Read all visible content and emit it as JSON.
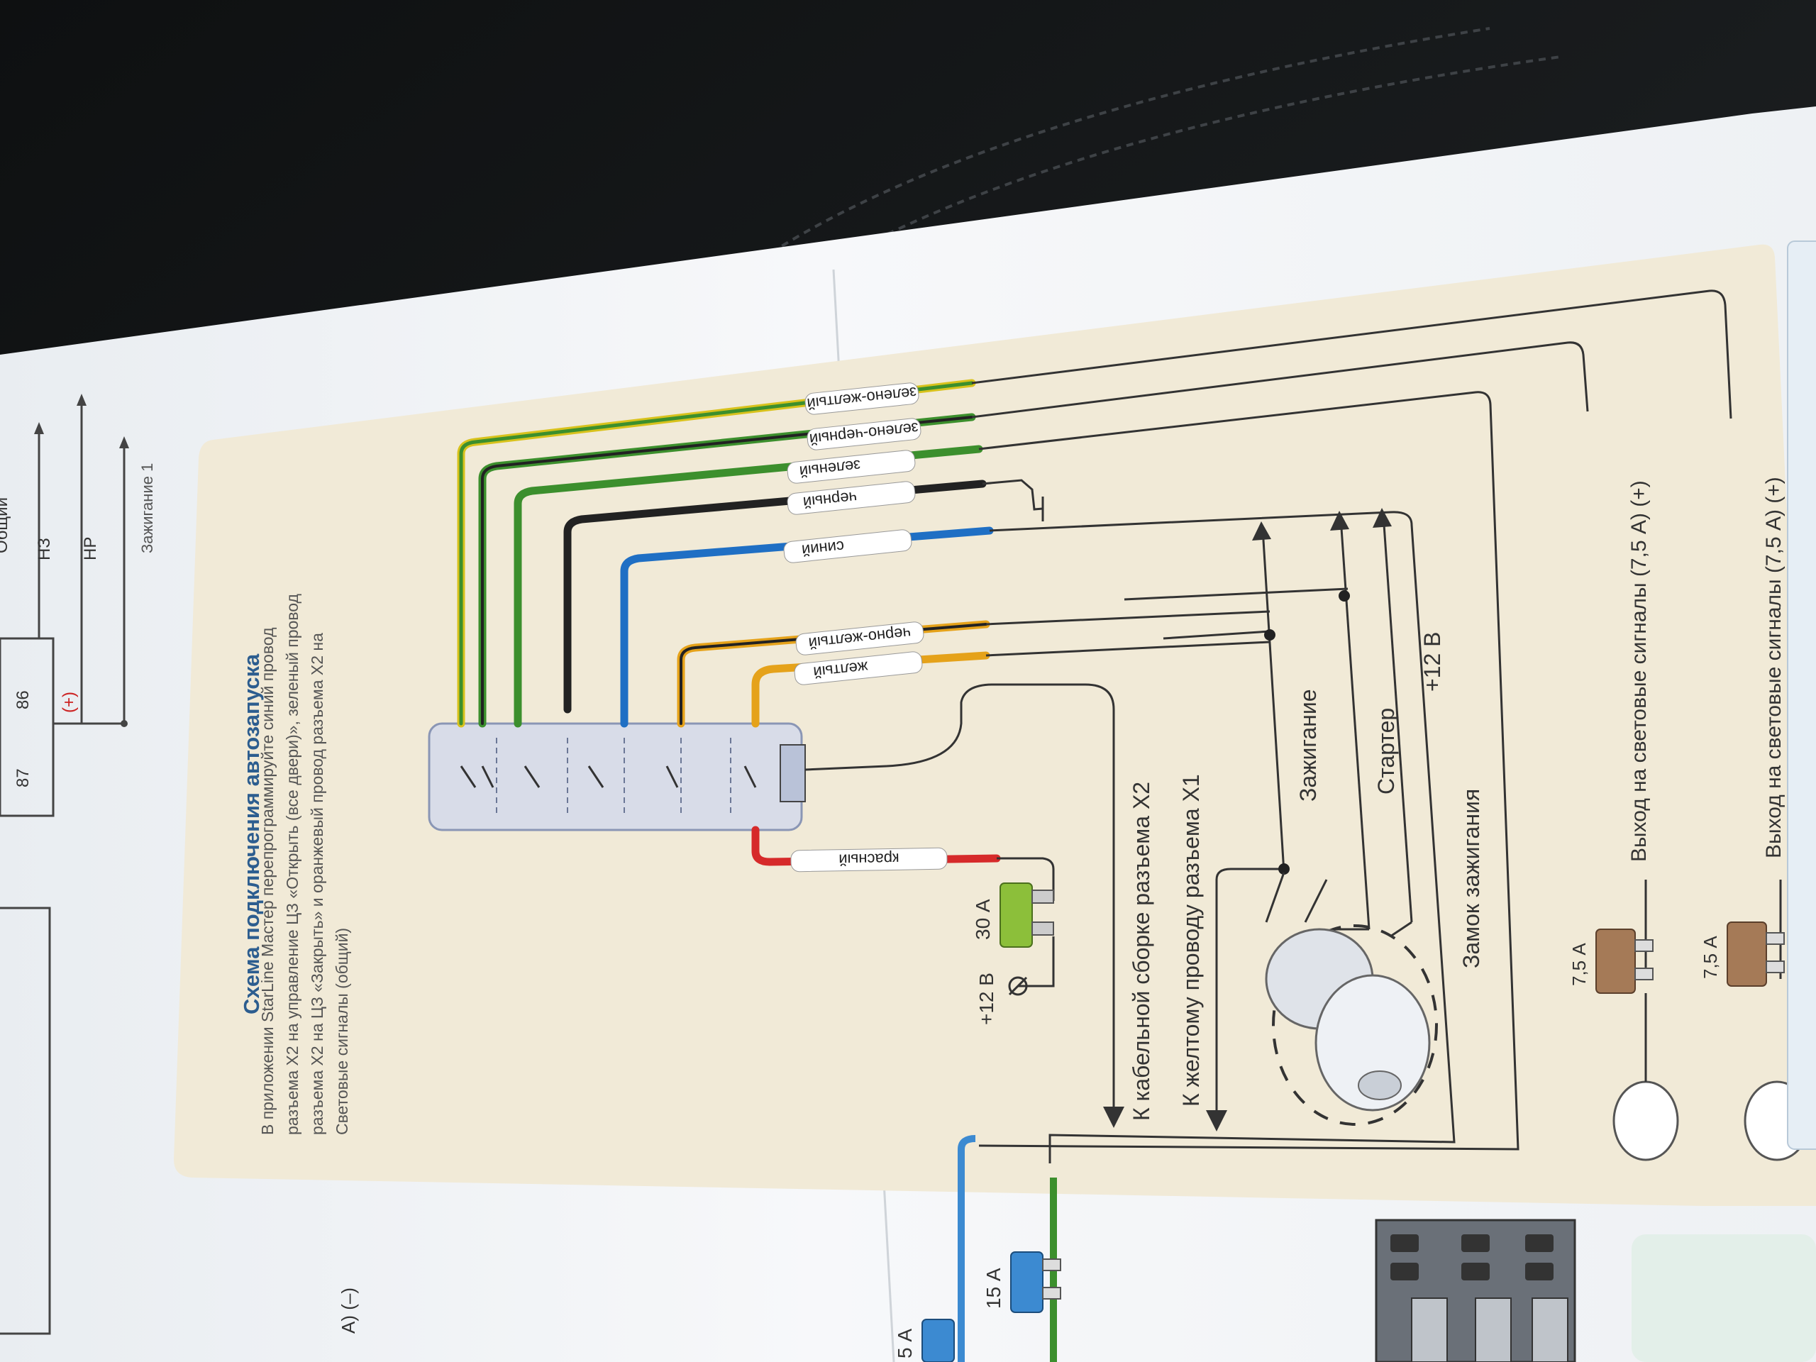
{
  "diagram": {
    "title": "Схема подключения автозапуска",
    "description": [
      "В приложении StarLine Мастер перепрограммируйте синий провод",
      "разъема X2 на управление ЦЗ «Открыть (все двери)», зеленый провод",
      "разъема X2 на ЦЗ «Закрыть» и оранжевый провод разъема X2 на",
      "Световые сигналы (общий)"
    ],
    "wires": {
      "green_yellow": "зелено-желтый",
      "green_black": "зелено-черный",
      "green": "зеленый",
      "black": "черный",
      "blue": "синий",
      "black_yellow": "черно-желтый",
      "yellow": "желтый",
      "red": "красный"
    },
    "fuses": {
      "main_rating": "30 А",
      "main_supply": "+12 В",
      "light_rating_1": "7,5 А",
      "light_rating_2": "7,5 А",
      "bottom_rating": "15 А",
      "bottom_rating_partial": "5 А"
    },
    "labels": {
      "to_x2_bundle": "К кабельной сборке разъема X2",
      "to_x1_yellow": "К желтому проводу разъема X1",
      "ignition": "Зажигание",
      "starter": "Стартер",
      "plus12": "+12 В",
      "ignition_lock": "Замок зажигания",
      "light_output_1": "Выход на световые сигналы (7,5 А) (+)",
      "light_output_2": "Выход на световые сигналы (7,5 А) (+)"
    }
  },
  "left_page": {
    "relay_pins": [
      "87",
      "86"
    ],
    "plus_mark": "(+)",
    "outputs": [
      "Общий",
      "НЗ",
      "НР",
      "Зажигание 1"
    ],
    "partial_text": "А) (–)"
  },
  "colors": {
    "paper": "#f4f6f8",
    "panel": "#f1ead7",
    "title_blue": "#2c5d8f",
    "wire_green": "#3c8f2d",
    "wire_yellow": "#d8c21c",
    "wire_blue": "#1f6fc4",
    "wire_black": "#222222",
    "wire_orange": "#e5a21a",
    "wire_red": "#d62a2a",
    "fuse_green": "#8cbf3a",
    "fuse_brown": "#a57a57",
    "fuse_blue": "#3c8ad1"
  }
}
